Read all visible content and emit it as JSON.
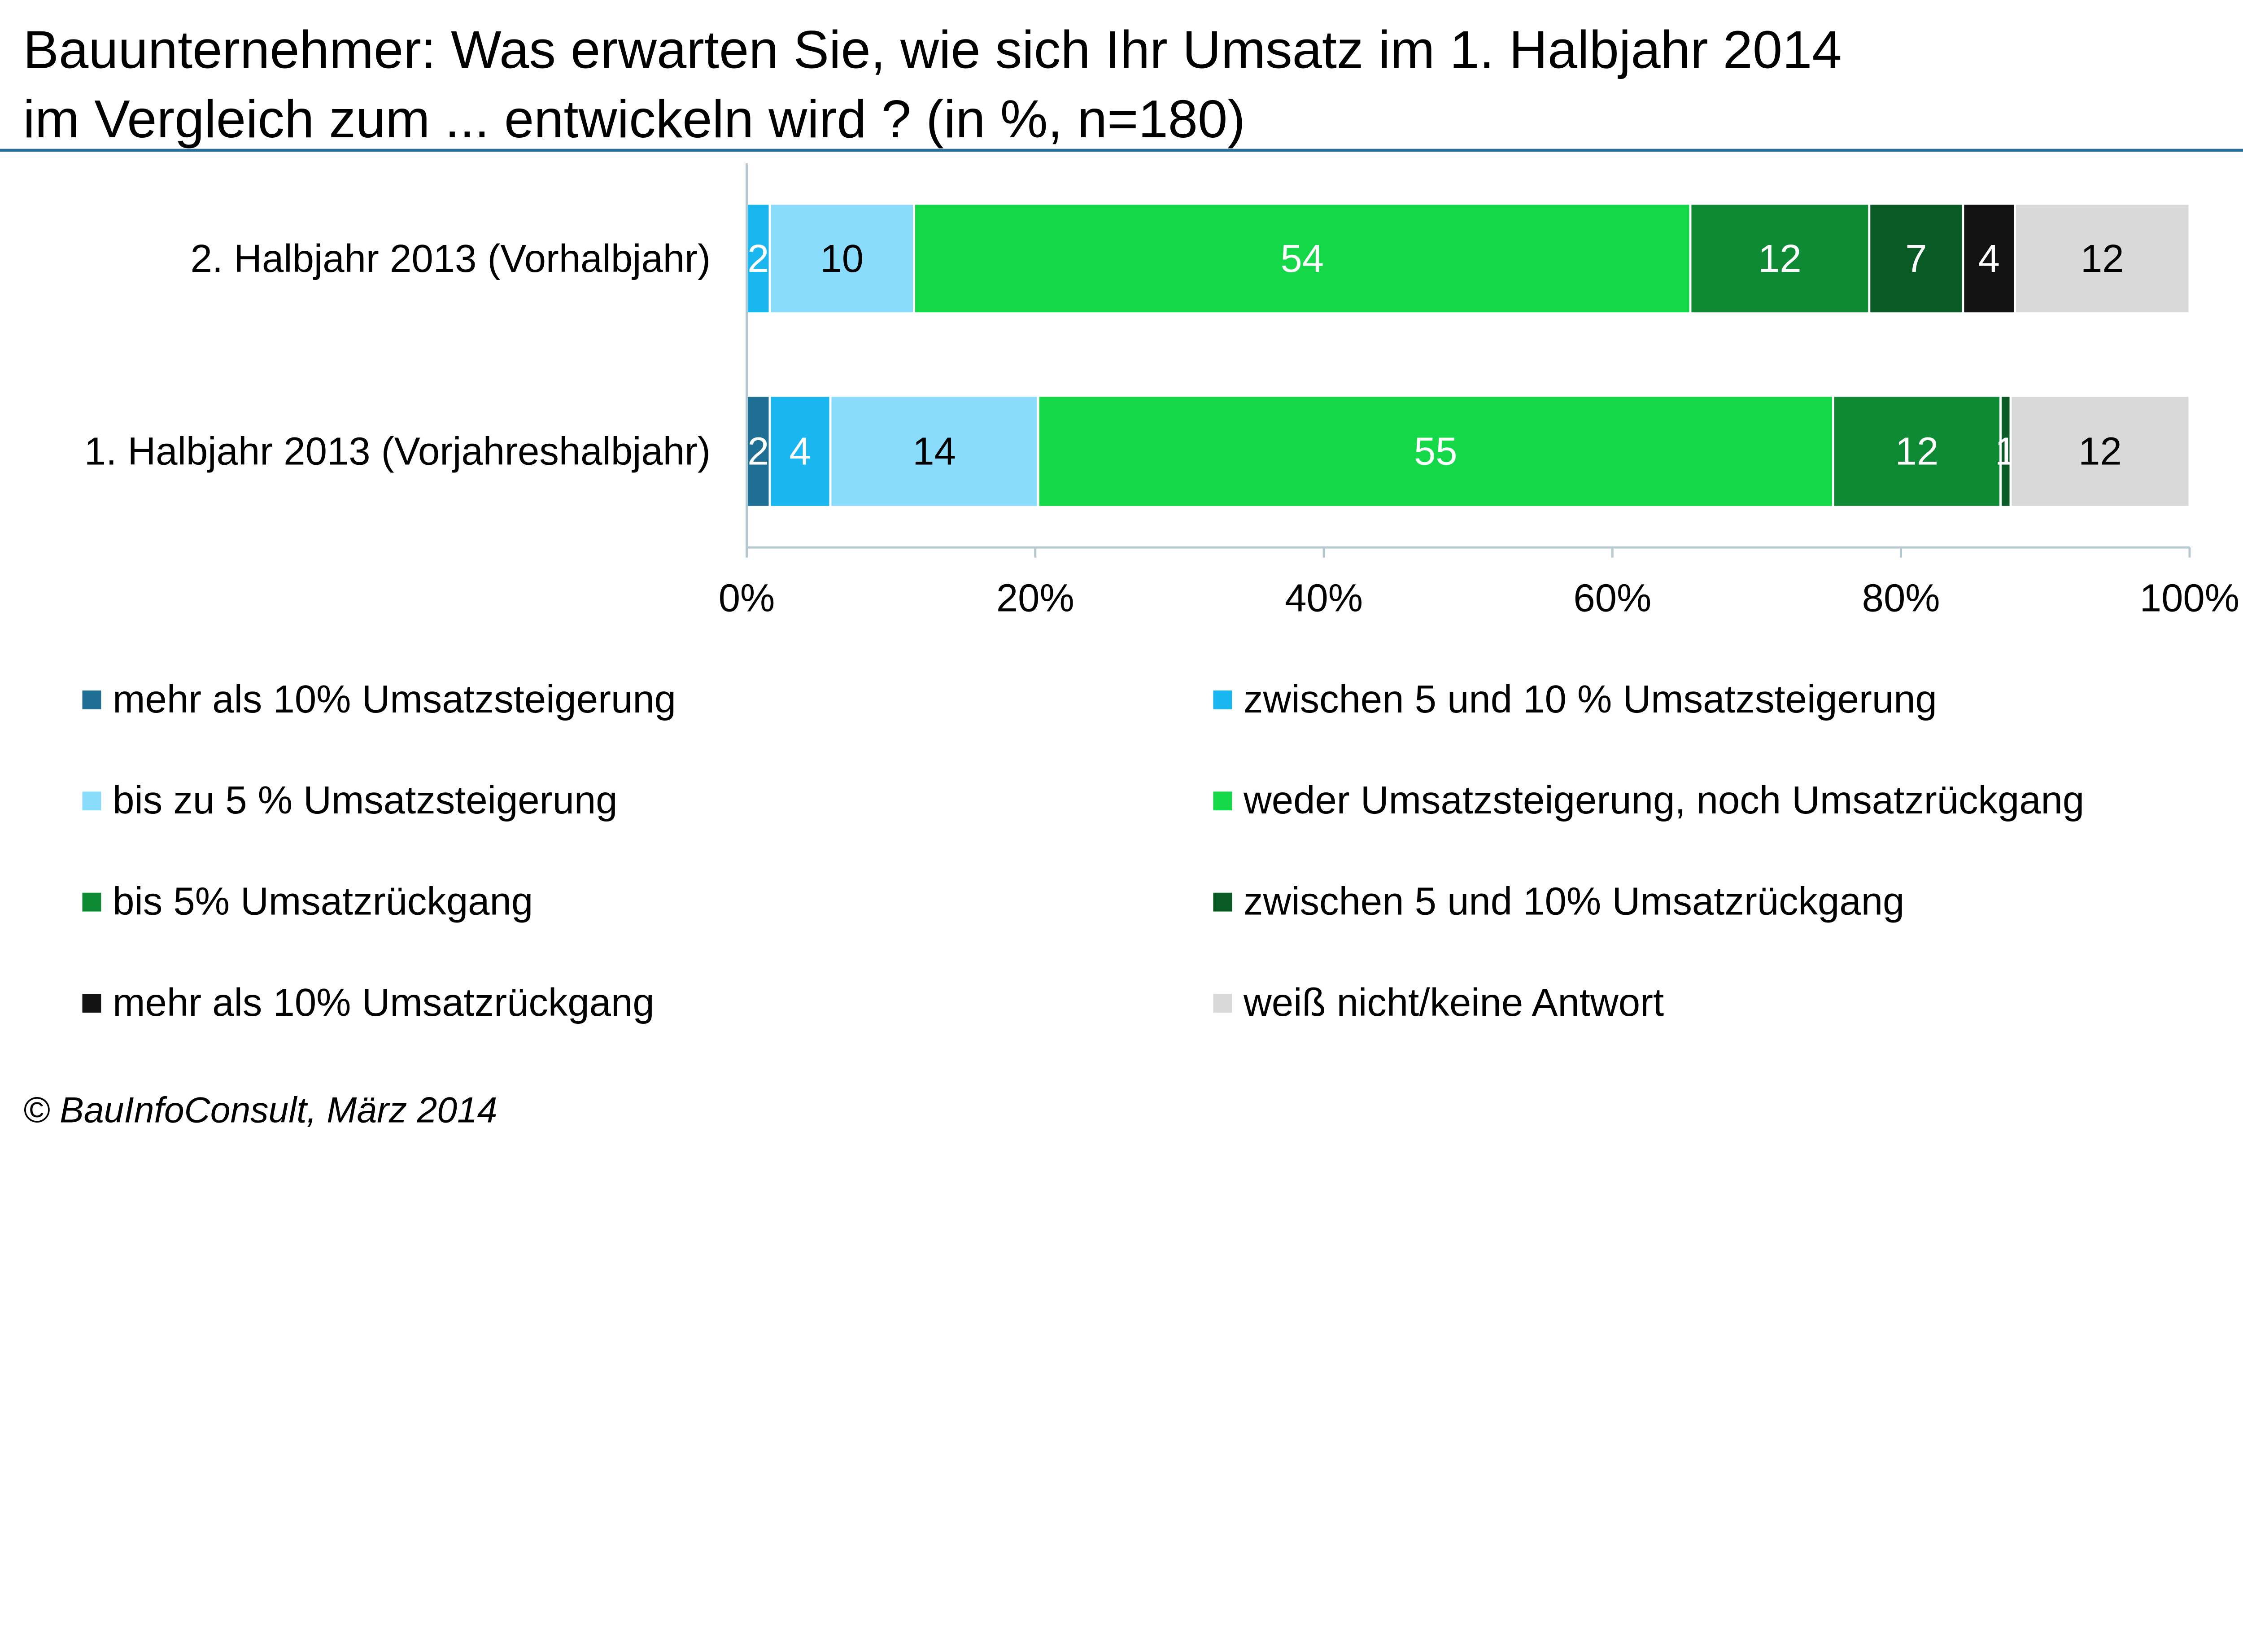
{
  "title": {
    "line1": "Bauunternehmer: Was erwarten Sie, wie  sich Ihr Umsatz im 1. Halbjahr 2014",
    "line2": "im Vergleich zum ... entwickeln wird ? (in %, n=180)"
  },
  "source": "© BauInfoConsult, März  2014",
  "chart_data": {
    "type": "bar",
    "orientation": "horizontal",
    "stacked": "percent",
    "categories": [
      "2. Halbjahr 2013  (Vorhalbjahr)",
      "1. Halbjahr 2013 (Vorjahreshalbjahr)"
    ],
    "xlim": [
      0,
      100
    ],
    "xticks": [
      "0%",
      "20%",
      "40%",
      "60%",
      "80%",
      "100%"
    ],
    "grid": false,
    "legend_position": "bottom",
    "series": [
      {
        "name": "mehr als 10% Umsatzsteigerung",
        "color": "#1f6f94",
        "values": [
          0,
          1.6
        ],
        "labels": [
          "",
          "2"
        ],
        "label_color": "#ffffff"
      },
      {
        "name": "zwischen 5 und 10 % Umsatzsteigerung",
        "color": "#1ab6f0",
        "values": [
          1.6,
          4.2
        ],
        "labels": [
          "2",
          "4"
        ],
        "label_color": "#ffffff"
      },
      {
        "name": "bis zu 5 % Umsatzsteigerung",
        "color": "#89dcfb",
        "values": [
          10,
          14.4
        ],
        "labels": [
          "10",
          "14"
        ],
        "label_color": "#000000"
      },
      {
        "name": "weder Umsatzsteigerung, noch Umsatzrückgang",
        "color": "#14d848",
        "values": [
          53.8,
          55.1
        ],
        "labels": [
          "54",
          "55"
        ],
        "label_color": "#ffffff"
      },
      {
        "name": "bis 5% Umsatzrückgang",
        "color": "#0e8a35",
        "values": [
          12.4,
          11.6
        ],
        "labels": [
          "12",
          "12"
        ],
        "label_color": "#ffffff"
      },
      {
        "name": "zwischen 5 und 10% Umsatzrückgang",
        "color": "#0a5a25",
        "values": [
          6.5,
          0.7
        ],
        "labels": [
          "7",
          "1"
        ],
        "label_color": "#ffffff"
      },
      {
        "name": "mehr als 10% Umsatzrückgang",
        "color": "#121212",
        "values": [
          3.6,
          0
        ],
        "labels": [
          "4",
          ""
        ],
        "label_color": "#ffffff"
      },
      {
        "name": "weiß nicht/keine Antwort",
        "color": "#d9d9d9",
        "values": [
          12.1,
          12.4
        ],
        "labels": [
          "12",
          "12"
        ],
        "label_color": "#000000"
      }
    ]
  }
}
